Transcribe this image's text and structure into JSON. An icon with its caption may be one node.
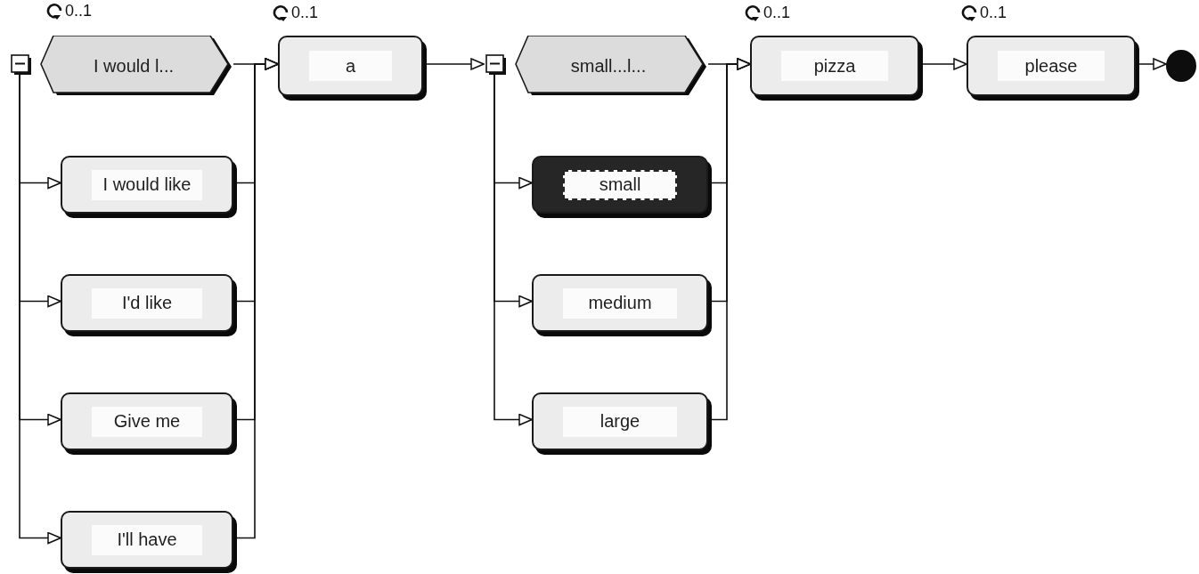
{
  "diagram": {
    "nodes": [
      {
        "text": [
          "I would l..."
        ],
        "beside": [
          "0..1"
        ]
      },
      {
        "text": [
          "I would like"
        ]
      },
      {
        "text": [
          "I'd like"
        ]
      },
      {
        "text": [
          "Give me"
        ]
      },
      {
        "text": [
          "I'll have"
        ]
      },
      {
        "text": [
          "a"
        ],
        "beside": [
          "0..1"
        ]
      },
      {
        "text": [
          "small...l..."
        ]
      },
      {
        "text": [
          "small"
        ]
      },
      {
        "text": [
          "medium"
        ]
      },
      {
        "text": [
          "large"
        ]
      },
      {
        "text": [
          "pizza"
        ],
        "beside": [
          "0..1"
        ]
      },
      {
        "text": [
          "please"
        ],
        "beside": [
          "0..1"
        ]
      },
      {
        "text": [],
        "shape": "circle"
      }
    ],
    "edges": [
      {
        "from": 0,
        "to": 1,
        "arrow": "to"
      },
      {
        "from": 0,
        "to": 2,
        "arrow": "to"
      },
      {
        "from": 0,
        "to": 3,
        "arrow": "to"
      },
      {
        "from": 0,
        "to": 4,
        "arrow": "to"
      },
      {
        "from": 0,
        "to": 5,
        "arrow": "to"
      },
      {
        "from": 1,
        "to": 5,
        "arrow": "to"
      },
      {
        "from": 2,
        "to": 5,
        "arrow": "to"
      },
      {
        "from": 3,
        "to": 5,
        "arrow": "to"
      },
      {
        "from": 4,
        "to": 5,
        "arrow": "to"
      },
      {
        "from": 5,
        "to": 6,
        "arrow": "to"
      },
      {
        "from": 6,
        "to": 7,
        "arrow": "to"
      },
      {
        "from": 6,
        "to": 8,
        "arrow": "to"
      },
      {
        "from": 6,
        "to": 9,
        "arrow": "to"
      },
      {
        "from": 6,
        "to": 10,
        "arrow": "to"
      },
      {
        "from": 7,
        "to": 10,
        "arrow": "to"
      },
      {
        "from": 8,
        "to": 10,
        "arrow": "to"
      },
      {
        "from": 9,
        "to": 10,
        "arrow": "to"
      },
      {
        "from": 10,
        "to": 11,
        "arrow": "to"
      },
      {
        "from": 11,
        "to": 12,
        "arrow": "to"
      }
    ]
  }
}
